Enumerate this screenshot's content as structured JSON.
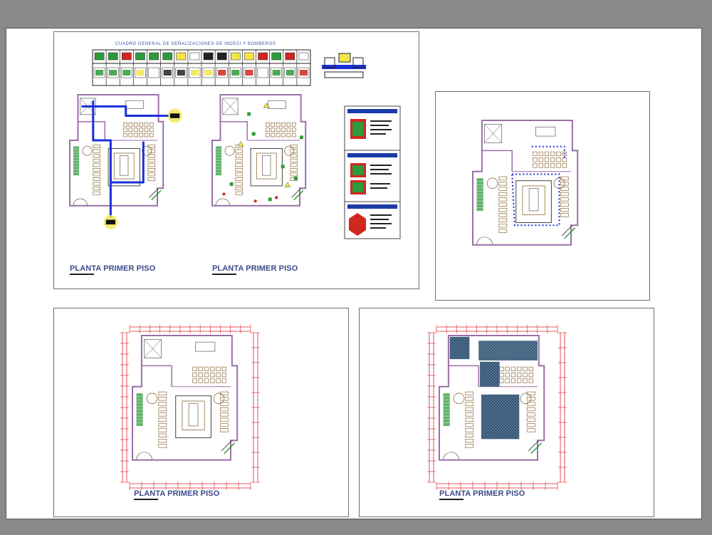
{
  "legend": {
    "caption": "CUADRO GENERAL DE SEÑALIZACIONES DE INDECI Y BOMBEROS"
  },
  "sheets": [
    {
      "id": "sheet-1",
      "plans": [
        {
          "label": "PLANTA PRIMER PISO"
        },
        {
          "label": "PLANTA PRIMER PISO"
        }
      ]
    },
    {
      "id": "sheet-2",
      "plans": []
    },
    {
      "id": "sheet-3",
      "plans": [
        {
          "label": "PLANTA PRIMER PISO"
        }
      ]
    },
    {
      "id": "sheet-4",
      "plans": [
        {
          "label": "PLANTA PRIMER PISO"
        }
      ]
    }
  ],
  "colors": {
    "background": "#8a8a8a",
    "paper": "#ffffff",
    "wall": "#9b6fa8",
    "furniture": "#8c6a3a",
    "evacuation_route": "#1a2fd8",
    "signage_green": "#2e9a3a",
    "signage_red": "#d0271f",
    "dimension_red": "#e0202a",
    "hatch": "#2f4f6f",
    "label": "#3d4a8a"
  }
}
